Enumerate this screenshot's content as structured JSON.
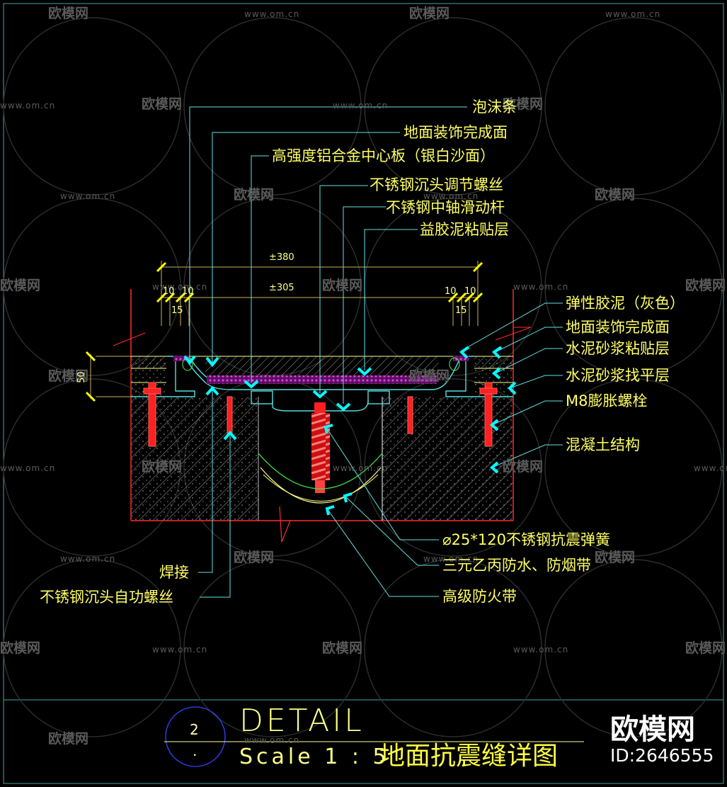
{
  "drawing": {
    "title": "DETAIL",
    "scale": "Scale 1 : 5",
    "title_cn": "地面抗震缝详图",
    "detail_number": "2",
    "detail_sheet": "·"
  },
  "brand": {
    "name": "欧模网",
    "id": "ID:2646555"
  },
  "watermark": {
    "url": "www.om.cn",
    "logo": "欧模网"
  },
  "dimensions": {
    "overall": "±380",
    "inner": "±305",
    "left_a": "10",
    "left_b": "10",
    "left_c": "15",
    "right_a": "10",
    "right_b": "10",
    "right_c": "15",
    "height": "50"
  },
  "labels_top": [
    "泡沫条",
    "地面装饰完成面",
    "高强度铝合金中心板（银白沙面）",
    "不锈钢沉头调节螺丝",
    "不锈钢中轴滑动杆",
    "益胶泥粘贴层"
  ],
  "labels_right": [
    "弹性胶泥（灰色）",
    "地面装饰完成面",
    "水泥砂浆粘贴层",
    "水泥砂浆找平层",
    "M8膨胀螺栓",
    "混凝土结构"
  ],
  "labels_bottom_right": [
    "⌀25*120不锈钢抗震弹簧",
    "三元乙丙防水、防烟带",
    "高级防火带"
  ],
  "labels_bottom_left": [
    "焊接",
    "不锈钢沉头自功螺丝"
  ],
  "colors": {
    "background": "#000000",
    "text": "#ffff66",
    "leader": "#66e0e0",
    "structure": "#ff2a2a",
    "rubber": "#cc33cc",
    "dim_line": "#c8b060",
    "bubble": "#3344ff"
  }
}
